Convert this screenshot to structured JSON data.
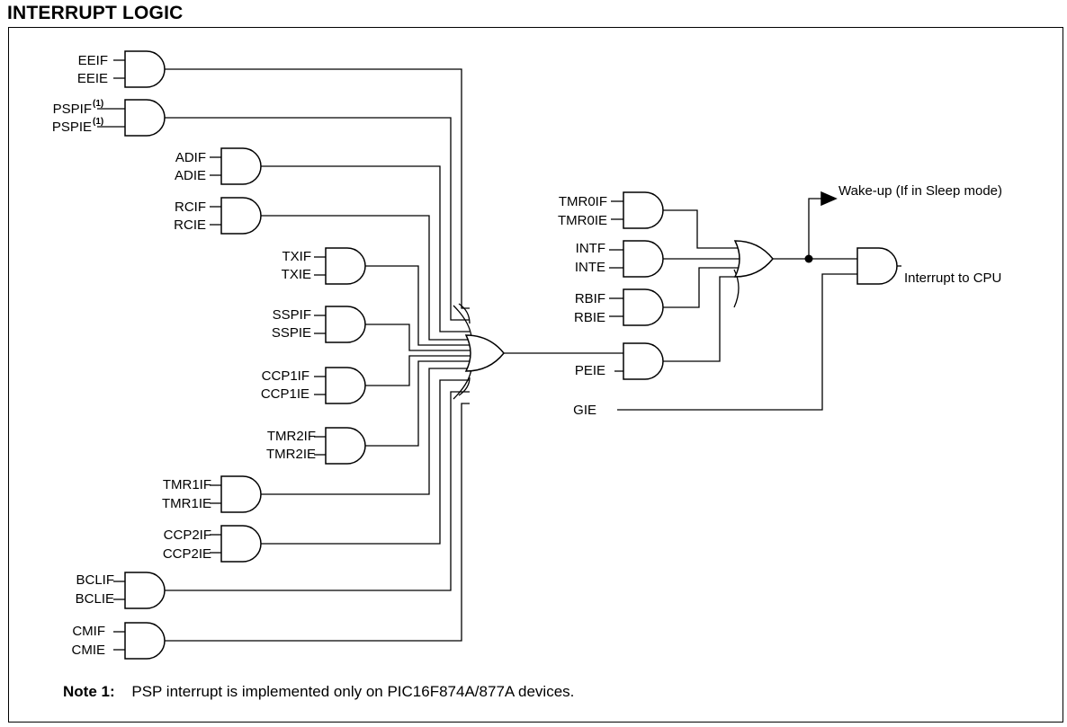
{
  "title": "INTERRUPT LOGIC",
  "signals": {
    "eeif": "EEIF",
    "eeie": "EEIE",
    "pspif": "PSPIF",
    "pspie": "PSPIE",
    "adif": "ADIF",
    "adie": "ADIE",
    "rcif": "RCIF",
    "rcie": "RCIE",
    "txif": "TXIF",
    "txie": "TXIE",
    "sspif": "SSPIF",
    "sspie": "SSPIE",
    "ccp1if": "CCP1IF",
    "ccp1ie": "CCP1IE",
    "tmr2if": "TMR2IF",
    "tmr2ie": "TMR2IE",
    "tmr1if": "TMR1IF",
    "tmr1ie": "TMR1IE",
    "ccp2if": "CCP2IF",
    "ccp2ie": "CCP2IE",
    "bclif": "BCLIF",
    "bclie": "BCLIE",
    "cmif": "CMIF",
    "cmie": "CMIE",
    "tmr0if": "TMR0IF",
    "tmr0ie": "TMR0IE",
    "intf": "INTF",
    "inte": "INTE",
    "rbif": "RBIF",
    "rbie": "RBIE",
    "peie": "PEIE",
    "gie": "GIE"
  },
  "footnote_mark": "(1)",
  "outputs": {
    "wakeup": "Wake-up (If in Sleep mode)",
    "interrupt": "Interrupt to CPU"
  },
  "note": {
    "label": "Note 1:",
    "text": "PSP interrupt is implemented only on PIC16F874A/877A devices."
  }
}
